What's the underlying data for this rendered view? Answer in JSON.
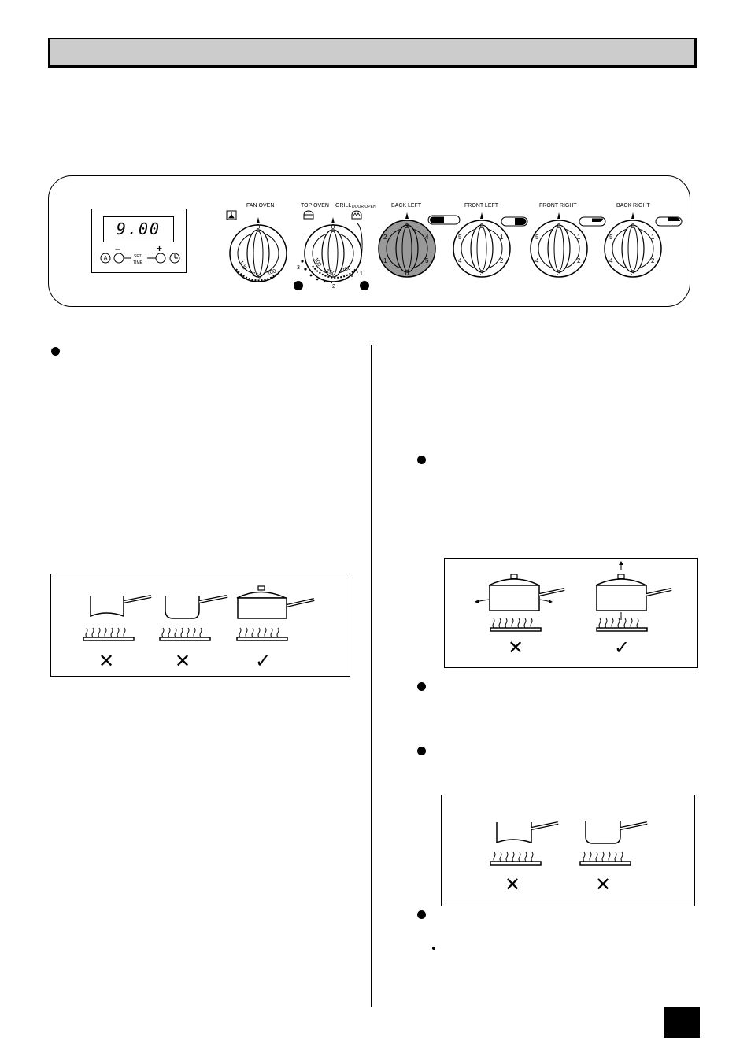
{
  "timer": {
    "display": "9.00",
    "minus_label": "–",
    "plus_label": "+",
    "set_time_line1": "SET",
    "set_time_line2": "TIME"
  },
  "knobs": {
    "fan_oven": {
      "label": "FAN OVEN",
      "top_mark": "0",
      "scale": [
        "100",
        "150",
        "200"
      ]
    },
    "top_oven": {
      "label": "TOP OVEN",
      "top_mark": "0",
      "scale": [
        "100",
        "150",
        "200"
      ]
    },
    "grill": {
      "label": "GRILL",
      "sublabel": "DOOR OPEN",
      "scale_numbers": [
        "3",
        "2",
        "1"
      ]
    },
    "back_left": {
      "label": "BACK LEFT",
      "numbers": [
        "3",
        "4",
        "5",
        "0",
        "1",
        "2"
      ],
      "highlighted": true
    },
    "front_left": {
      "label": "FRONT LEFT",
      "numbers": [
        "0",
        "1",
        "2",
        "3",
        "4",
        "5"
      ]
    },
    "front_right": {
      "label": "FRONT RIGHT",
      "numbers": [
        "0",
        "1",
        "2",
        "3",
        "4",
        "5"
      ]
    },
    "back_right": {
      "label": "BACK RIGHT",
      "numbers": [
        "0",
        "1",
        "2",
        "3",
        "4",
        "5"
      ]
    }
  },
  "illustrations": {
    "pan_flatness": {
      "marks": [
        "✕",
        "✕",
        "✓"
      ]
    },
    "lid_handle": {
      "marks": [
        "✕",
        "✓"
      ]
    },
    "pan_base": {
      "marks": [
        "✕",
        "✕"
      ]
    }
  },
  "colors": {
    "header_fill": "#cccccc",
    "highlight_knob": "#999999",
    "ink": "#000000"
  }
}
